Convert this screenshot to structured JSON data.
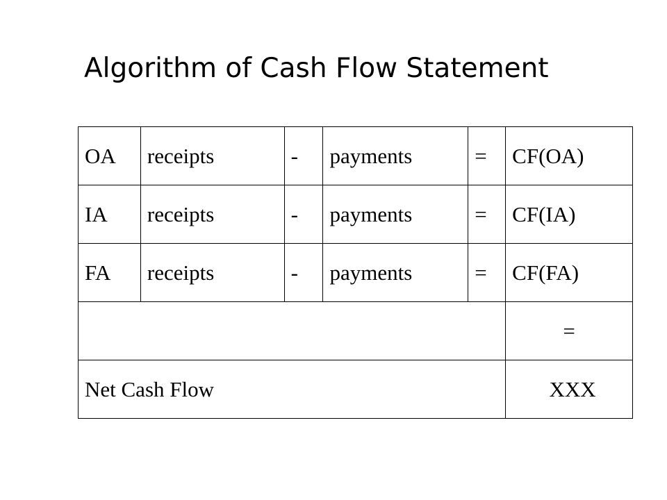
{
  "slide": {
    "title": "Algorithm of Cash Flow Statement"
  },
  "table": {
    "rows": [
      {
        "activity": "OA",
        "receipts": "receipts",
        "minus": "-",
        "payments": "payments",
        "equals": "=",
        "result": "CF(OA)"
      },
      {
        "activity": "IA",
        "receipts": "receipts",
        "minus": "-",
        "payments": "payments",
        "equals": "=",
        "result": "CF(IA)"
      },
      {
        "activity": "FA",
        "receipts": "receipts",
        "minus": "-",
        "payments": "payments",
        "equals": "=",
        "result": "CF(FA)"
      }
    ],
    "sum_equals": "=",
    "total_label": "Net Cash Flow",
    "total_value": "XXX"
  }
}
